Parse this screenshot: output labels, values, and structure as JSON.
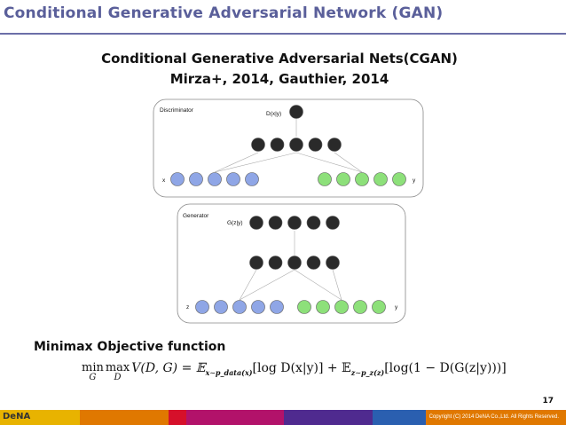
{
  "slide": {
    "title": "Conditional Generative Adversarial Network (GAN)",
    "subtitle_line1": "Conditional Generative Adversarial Nets(CGAN)",
    "subtitle_line2": "Mirza+, 2014, Gauthier, 2014",
    "objective_label": "Minimax Objective function",
    "page_number": "17",
    "logo_text": "DeNA",
    "copyright": "Copyright (C) 2014 DeNA Co.,Ltd. All Rights Reserved."
  },
  "diagram": {
    "discriminator": {
      "title": "Discriminator",
      "output_label": "D(x|y)",
      "x_label": "x",
      "y_label": "y"
    },
    "generator": {
      "title": "Generator",
      "output_label": "G(z|y)",
      "z_label": "z",
      "y_label": "y"
    },
    "colors": {
      "hidden_node": "#2a2a2a",
      "x_node": "#8fa6e6",
      "y_node": "#8de07a",
      "frame": "#888888"
    }
  },
  "formula": {
    "min": "min",
    "min_sub": "G",
    "max": "max",
    "max_sub": "D",
    "body_part1": "V(D, G) = 𝔼",
    "sub1": "x∼p_data(x)",
    "body_part2": "[log D(x|y)] + 𝔼",
    "sub2": "z∼p_z(z)",
    "body_part3": "[log(1 − D(G(z|y)))]"
  },
  "footer": {
    "colors": [
      "#e8b300",
      "#e07800",
      "#d6102a",
      "#b2126a",
      "#4f2a8f",
      "#2a5fb0",
      "#e07800"
    ]
  }
}
